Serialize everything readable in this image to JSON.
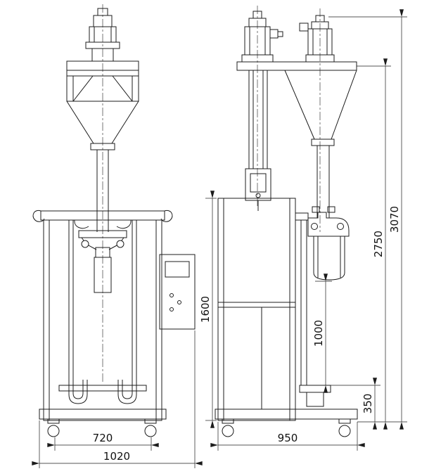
{
  "drawing": {
    "background_color": "#ffffff",
    "line_color": "#1c1c1c",
    "dimensions": {
      "front_inner_width": "720",
      "front_overall_width": "1020",
      "side_base_width": "950",
      "support_height": "350",
      "bag_station_height": "1000",
      "cabinet_height": "1600",
      "hopper_level_height": "2750",
      "overall_height": "3070"
    }
  }
}
